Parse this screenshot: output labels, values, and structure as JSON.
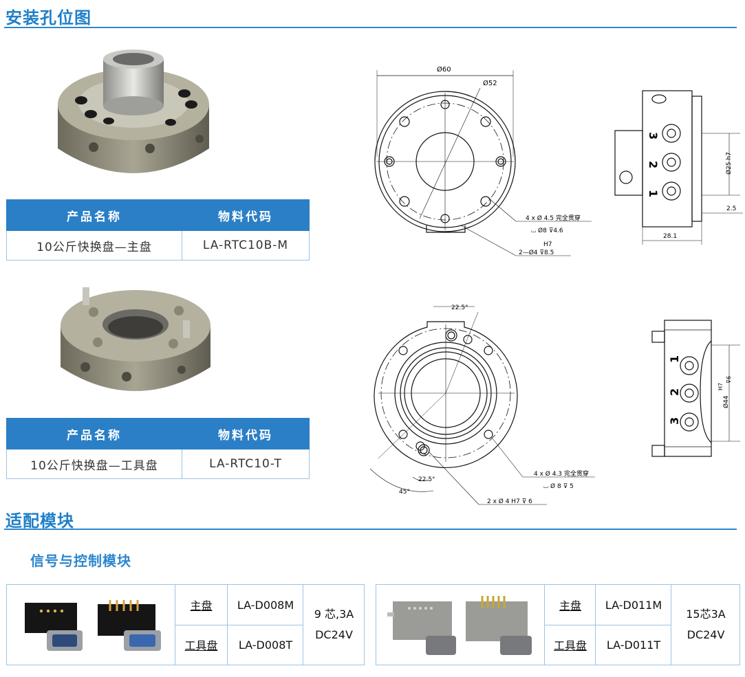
{
  "section1": {
    "title": "安装孔位图"
  },
  "section2": {
    "title": "适配模块",
    "subtitle": "信号与控制模块"
  },
  "products": [
    {
      "header_name": "产品名称",
      "header_code": "物料代码",
      "name": "10公斤快换盘—主盘",
      "code": "LA-RTC10B-M"
    },
    {
      "header_name": "产品名称",
      "header_code": "物料代码",
      "name": "10公斤快换盘—工具盘",
      "code": "LA-RTC10-T"
    }
  ],
  "drawing_master": {
    "dim_outer": "Ø60",
    "dim_pcd": "Ø52",
    "note_holes": "4 x Ø 4.5 完全贯穿",
    "note_cbore": "⌴ Ø8 ⊽4.6",
    "note_pin_tol": "H7",
    "note_pin": "2—Ø4  ⊽8.5",
    "side_dim_dia": "Ø25 h7",
    "side_dim_step": "2.5",
    "side_dim_len": "28.1",
    "port_labels": [
      "3",
      "2",
      "1"
    ]
  },
  "drawing_tool": {
    "angle_top": "22.5°",
    "angle_bottom": "22.5°",
    "angle_45": "45°",
    "note_holes": "4 x Ø 4.3 完全贯穿",
    "note_cbore": "⌴ Ø 8 ⊽ 5",
    "note_pin": "2 x Ø 4 H7 ⊽ 6",
    "side_dim_dia": "Ø44",
    "side_dim_tol": "H7",
    "side_dim_depth": "⊽6",
    "port_labels": [
      "1",
      "2",
      "3"
    ]
  },
  "modules": [
    {
      "master_label": "主盘",
      "master_code": "LA-D008M",
      "tool_label": "工具盘",
      "tool_code": "LA-D008T",
      "spec_line1": "9 芯,3A",
      "spec_line2": "DC24V"
    },
    {
      "master_label": "主盘",
      "master_code": "LA-D011M",
      "tool_label": "工具盘",
      "tool_code": "LA-D011T",
      "spec_line1": "15芯3A",
      "spec_line2": "DC24V"
    }
  ]
}
